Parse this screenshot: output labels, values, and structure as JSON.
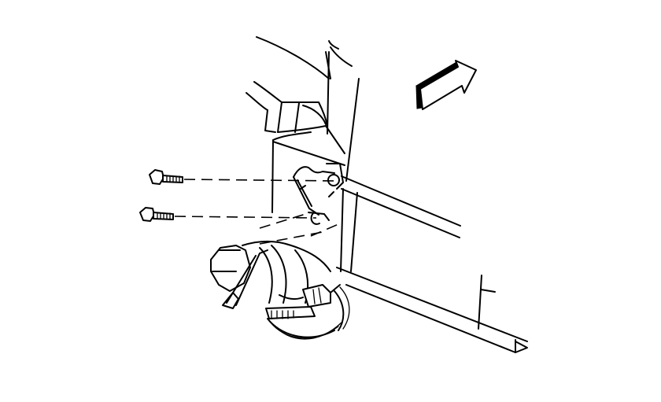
{
  "diagram": {
    "description": "Line-art service illustration: two bolts with dashed alignment lines into a mounting bracket, fog lamp assembly with wiring connector below, vehicle body/fascia panels, and a forward-direction arrow",
    "components": [
      {
        "id": "bolt-upper",
        "label": "Upper bolt"
      },
      {
        "id": "bolt-lower",
        "label": "Lower bolt"
      },
      {
        "id": "bracket",
        "label": "Mounting bracket"
      },
      {
        "id": "fog-lamp",
        "label": "Lamp assembly"
      },
      {
        "id": "connector",
        "label": "Electrical connector"
      },
      {
        "id": "body-panel",
        "label": "Body panel"
      },
      {
        "id": "front-arrow",
        "label": "Forward direction arrow"
      }
    ],
    "colors": {
      "line": "#000000",
      "background": "#ffffff"
    }
  }
}
